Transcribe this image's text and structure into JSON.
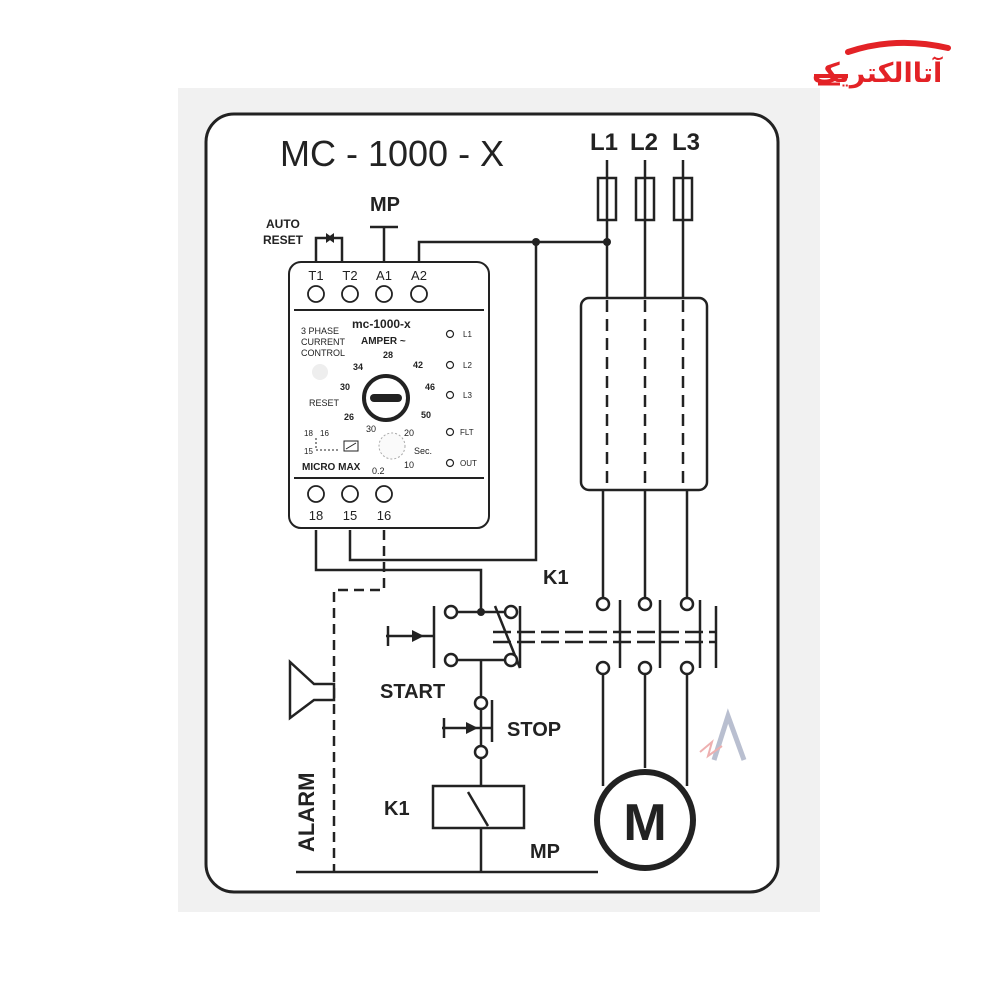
{
  "logo": {
    "text": "آتاالکتریک",
    "color": "#e32226"
  },
  "title": "MC - 1000 - X",
  "phases": [
    "L1",
    "L2",
    "L3"
  ],
  "mp_top": "MP",
  "auto_reset": {
    "line1": "AUTO",
    "line2": "RESET"
  },
  "relay": {
    "top_terminals": [
      "T1",
      "T2",
      "A1",
      "A2"
    ],
    "bottom_terminals": [
      "18",
      "15",
      "16"
    ],
    "model": "mc-1000-x",
    "amper": "AMPER ~",
    "desc": [
      "3 PHASE",
      "CURRENT",
      "CONTROL"
    ],
    "reset": "RESET",
    "leds": [
      "L1",
      "L2",
      "L3",
      "FLT",
      "OUT"
    ],
    "amp_dial": [
      "26",
      "30",
      "34",
      "28",
      "42",
      "46",
      "50"
    ],
    "time_dial": [
      "30",
      "20",
      "0.2",
      "10"
    ],
    "time_unit": "Sec.",
    "contacts": {
      "a": "18",
      "b": "16",
      "c": "15"
    },
    "brand": "MICRO MAX"
  },
  "labels": {
    "k1_top": "K1",
    "start": "START",
    "stop": "STOP",
    "k1_coil": "K1",
    "mp_bottom": "MP",
    "alarm": "ALARM",
    "motor": "M"
  },
  "colors": {
    "line": "#222222",
    "panel": "#f1f1f1"
  }
}
